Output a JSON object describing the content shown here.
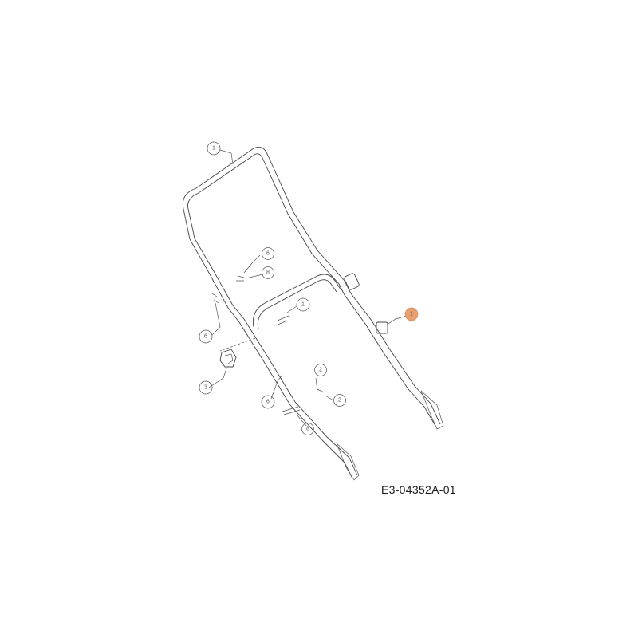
{
  "drawing_id": "E3-04352A-01",
  "highlight_color": "#e8a070",
  "callouts": [
    {
      "id": "c-top-handle",
      "label": "1"
    },
    {
      "id": "c-bolt-upper",
      "label": "6"
    },
    {
      "id": "c-washer-upper",
      "label": "8"
    },
    {
      "id": "c-cable-clip",
      "label": "1"
    },
    {
      "id": "c-highlighted-part",
      "label": "1",
      "highlighted": true
    },
    {
      "id": "c-left-bolt",
      "label": "6"
    },
    {
      "id": "c-knob",
      "label": "3"
    },
    {
      "id": "c-washer-lower",
      "label": "2"
    },
    {
      "id": "c-nut-lower",
      "label": "2"
    },
    {
      "id": "c-lower-bolt",
      "label": "6"
    },
    {
      "id": "c-lower-screw",
      "label": "8"
    }
  ]
}
